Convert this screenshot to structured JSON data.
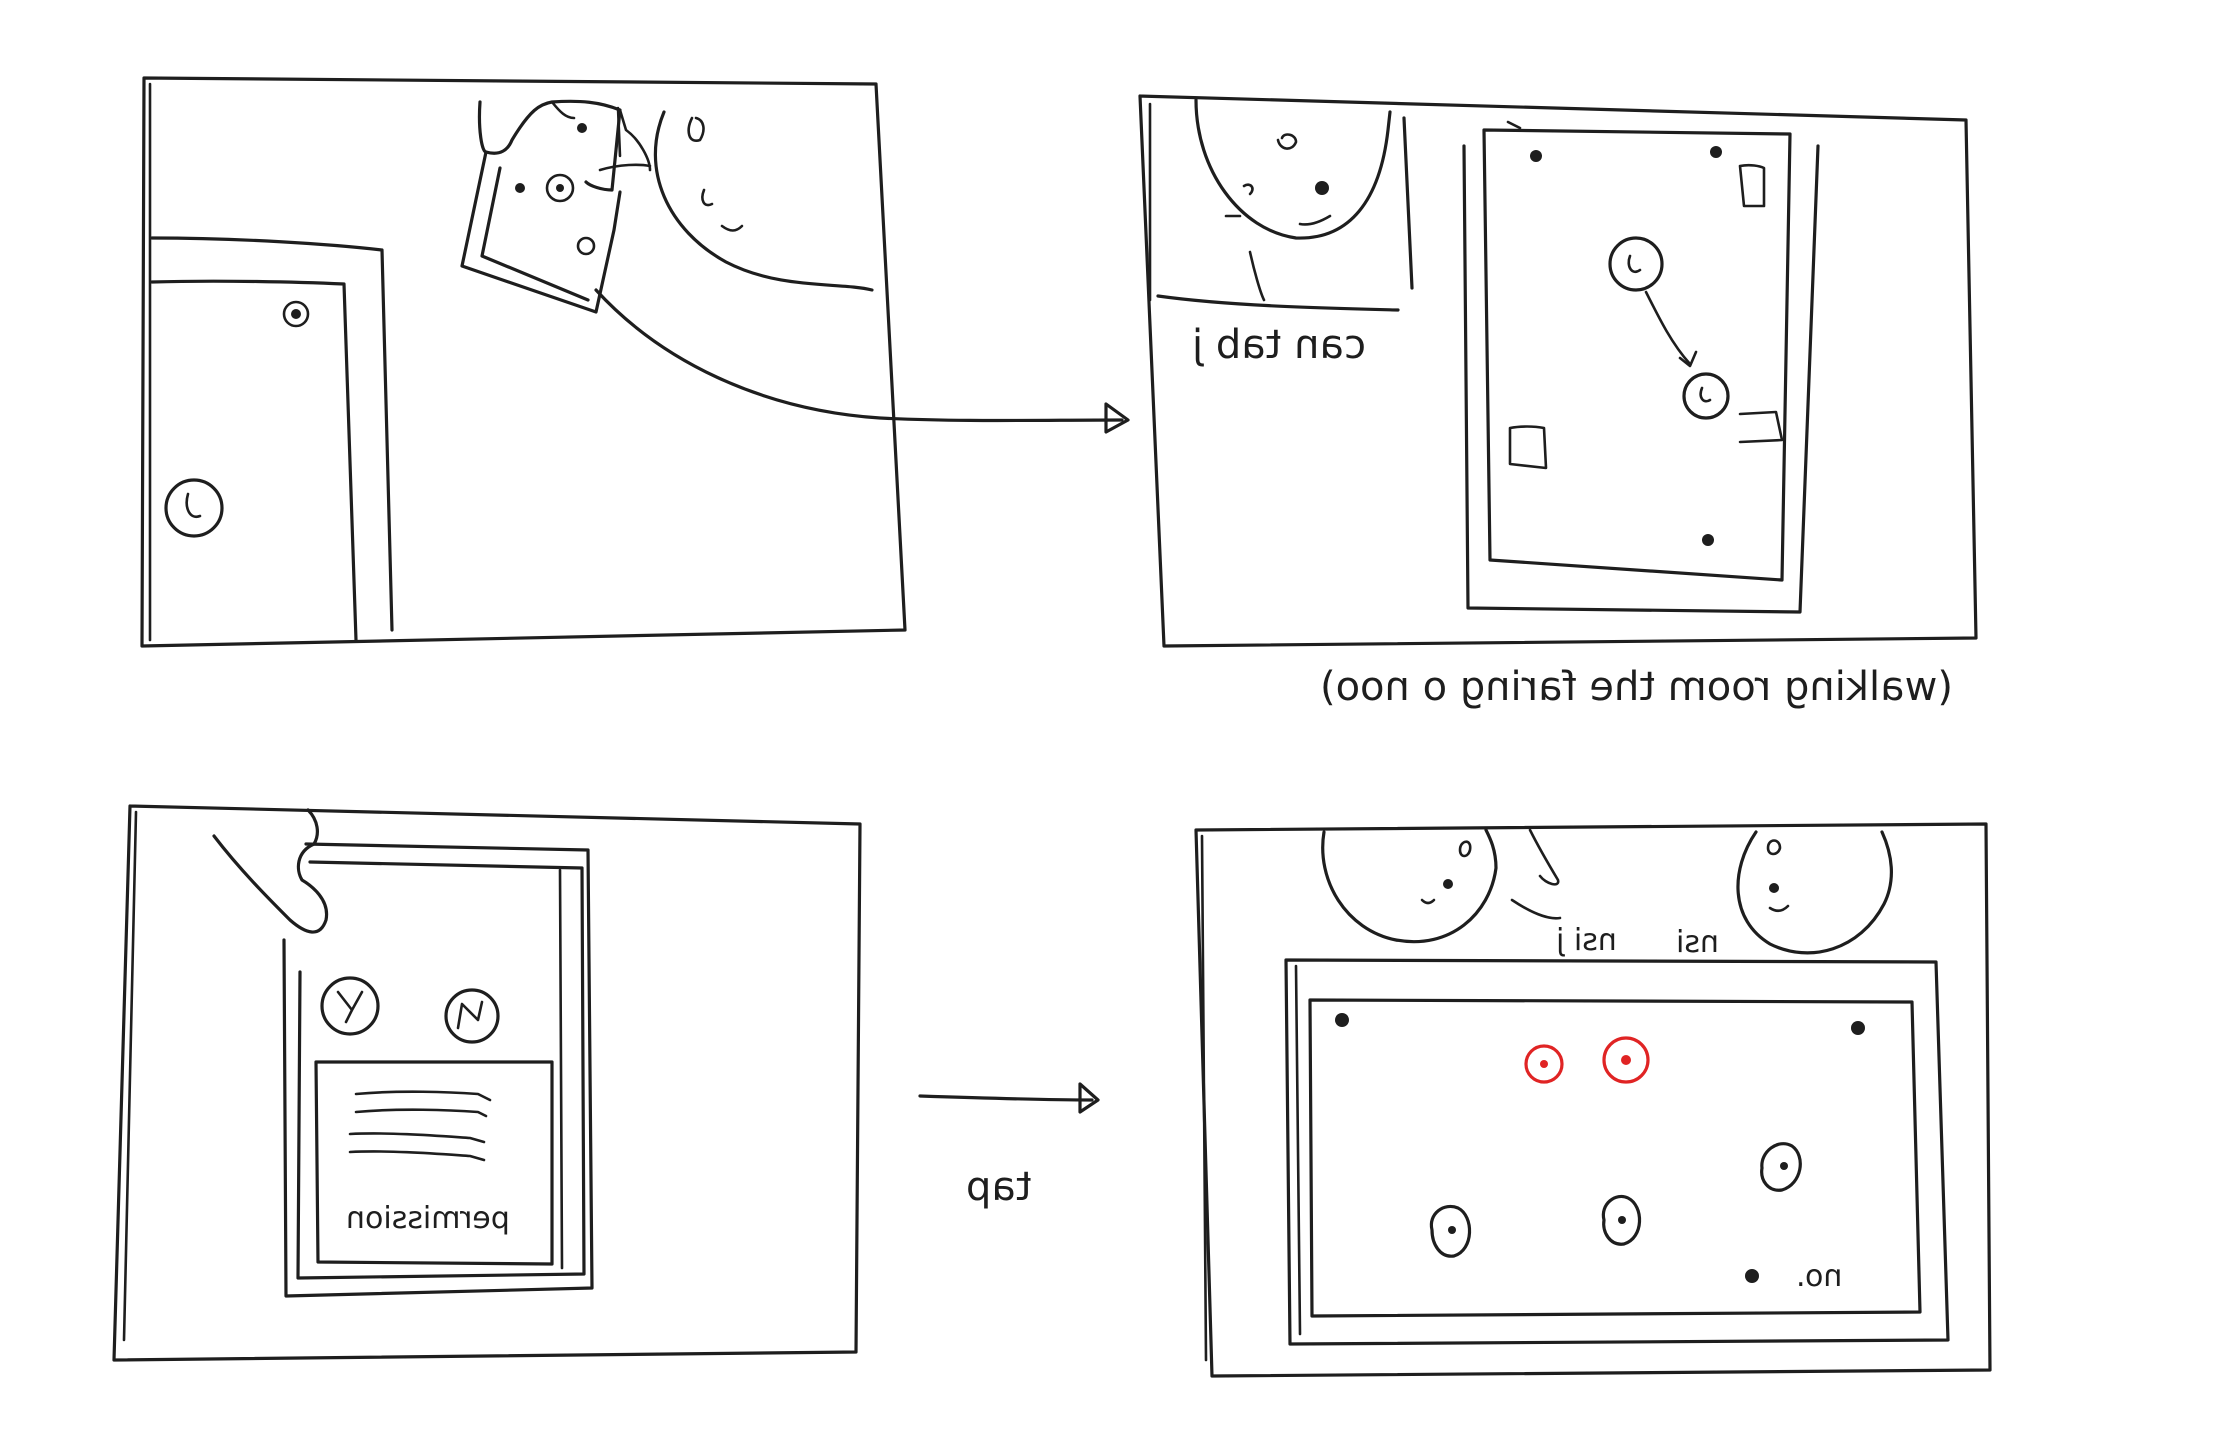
{
  "colors": {
    "ink": "#1e1e1e",
    "highlight": "#e02424",
    "paper": "#ffffff"
  },
  "panels": [
    {
      "id": "panel-1",
      "elements": [
        "hand-icon",
        "tablet-icon",
        "face-icon",
        "door-icon",
        "coin-icon"
      ]
    },
    {
      "id": "panel-2",
      "caption": "can tab j",
      "note": "(walking room the faring o noo)"
    },
    {
      "id": "panel-3",
      "elements": [
        "hand-icon",
        "tablet-icon",
        "coin-icon",
        "document-icon"
      ],
      "doc_caption": "permission"
    },
    {
      "id": "panel-4",
      "left_face_label": "nsi j",
      "right_face_label": "nsi",
      "corner_label": "no.",
      "red_coins": 2
    }
  ],
  "arrows": [
    {
      "from": "panel-1",
      "to": "panel-2"
    },
    {
      "from": "panel-3",
      "to": "panel-4",
      "label": "tap"
    }
  ]
}
